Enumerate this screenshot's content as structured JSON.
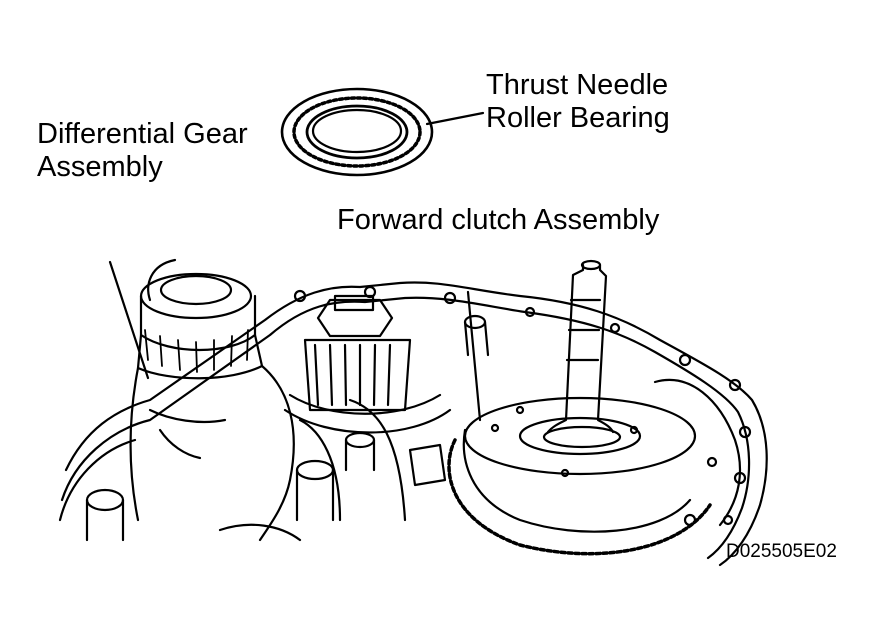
{
  "labels": {
    "differential": {
      "line1": "Differential Gear",
      "line2": "Assembly"
    },
    "thrust": {
      "line1": "Thrust Needle",
      "line2": "Roller Bearing"
    },
    "forward_clutch": "Forward clutch Assembly",
    "figure_code": "D025505E02"
  },
  "colors": {
    "ink": "#000000",
    "paper": "#ffffff"
  }
}
